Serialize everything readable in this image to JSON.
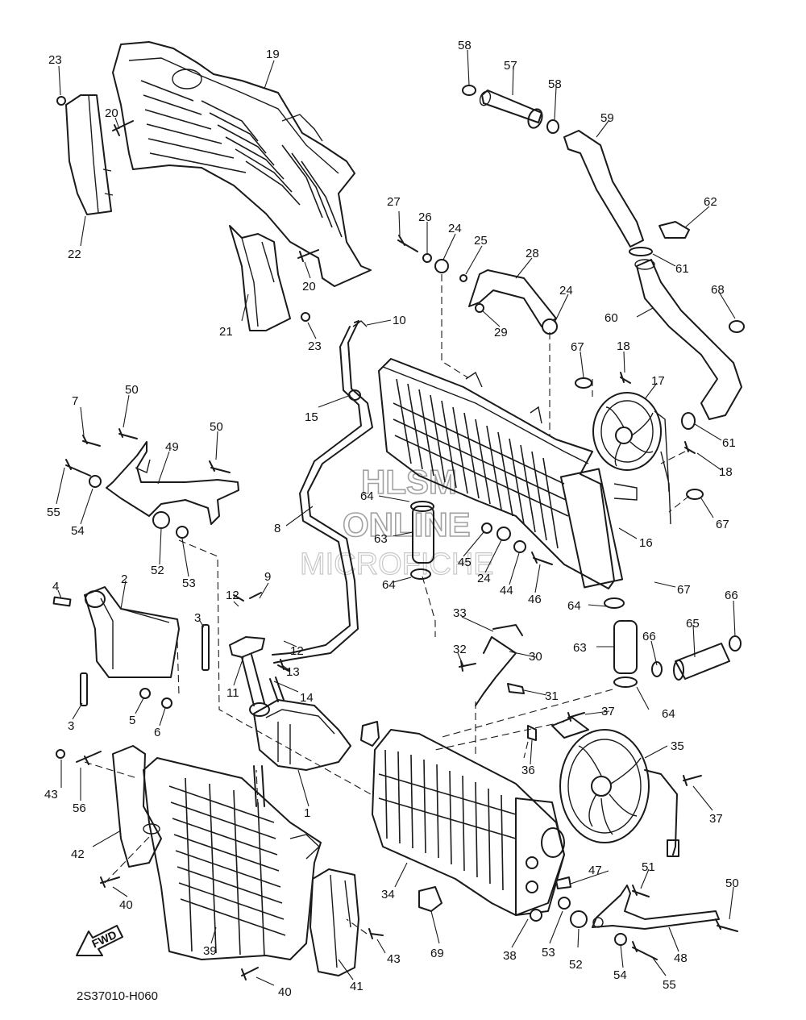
{
  "diagram_code": "2S37010-H060",
  "watermark": {
    "line1": "HLSM",
    "line2": "ONLINE",
    "line3": "MICROFICHE"
  },
  "fwd_label": "FWD",
  "callouts": [
    {
      "id": "c1",
      "label": "1"
    },
    {
      "id": "c2",
      "label": "2"
    },
    {
      "id": "c3a",
      "label": "3"
    },
    {
      "id": "c3b",
      "label": "3"
    },
    {
      "id": "c4",
      "label": "4"
    },
    {
      "id": "c5",
      "label": "5"
    },
    {
      "id": "c6",
      "label": "6"
    },
    {
      "id": "c7",
      "label": "7"
    },
    {
      "id": "c8",
      "label": "8"
    },
    {
      "id": "c9",
      "label": "9"
    },
    {
      "id": "c10",
      "label": "10"
    },
    {
      "id": "c11",
      "label": "11"
    },
    {
      "id": "c12a",
      "label": "12"
    },
    {
      "id": "c12b",
      "label": "12"
    },
    {
      "id": "c13",
      "label": "13"
    },
    {
      "id": "c14",
      "label": "14"
    },
    {
      "id": "c15",
      "label": "15"
    },
    {
      "id": "c16",
      "label": "16"
    },
    {
      "id": "c17",
      "label": "17"
    },
    {
      "id": "c18a",
      "label": "18"
    },
    {
      "id": "c18b",
      "label": "18"
    },
    {
      "id": "c19",
      "label": "19"
    },
    {
      "id": "c20a",
      "label": "20"
    },
    {
      "id": "c20b",
      "label": "20"
    },
    {
      "id": "c21",
      "label": "21"
    },
    {
      "id": "c22",
      "label": "22"
    },
    {
      "id": "c23a",
      "label": "23"
    },
    {
      "id": "c23b",
      "label": "23"
    },
    {
      "id": "c24a",
      "label": "24"
    },
    {
      "id": "c24b",
      "label": "24"
    },
    {
      "id": "c24c",
      "label": "24"
    },
    {
      "id": "c25",
      "label": "25"
    },
    {
      "id": "c26",
      "label": "26"
    },
    {
      "id": "c27",
      "label": "27"
    },
    {
      "id": "c28",
      "label": "28"
    },
    {
      "id": "c29",
      "label": "29"
    },
    {
      "id": "c30",
      "label": "30"
    },
    {
      "id": "c31",
      "label": "31"
    },
    {
      "id": "c32",
      "label": "32"
    },
    {
      "id": "c33",
      "label": "33"
    },
    {
      "id": "c34",
      "label": "34"
    },
    {
      "id": "c35",
      "label": "35"
    },
    {
      "id": "c36",
      "label": "36"
    },
    {
      "id": "c37a",
      "label": "37"
    },
    {
      "id": "c37b",
      "label": "37"
    },
    {
      "id": "c38",
      "label": "38"
    },
    {
      "id": "c39",
      "label": "39"
    },
    {
      "id": "c40a",
      "label": "40"
    },
    {
      "id": "c40b",
      "label": "40"
    },
    {
      "id": "c41",
      "label": "41"
    },
    {
      "id": "c42",
      "label": "42"
    },
    {
      "id": "c43a",
      "label": "43"
    },
    {
      "id": "c43b",
      "label": "43"
    },
    {
      "id": "c44",
      "label": "44"
    },
    {
      "id": "c45",
      "label": "45"
    },
    {
      "id": "c46",
      "label": "46"
    },
    {
      "id": "c47",
      "label": "47"
    },
    {
      "id": "c48",
      "label": "48"
    },
    {
      "id": "c49",
      "label": "49"
    },
    {
      "id": "c50a",
      "label": "50"
    },
    {
      "id": "c50b",
      "label": "50"
    },
    {
      "id": "c50c",
      "label": "50"
    },
    {
      "id": "c51",
      "label": "51"
    },
    {
      "id": "c52a",
      "label": "52"
    },
    {
      "id": "c52b",
      "label": "52"
    },
    {
      "id": "c53a",
      "label": "53"
    },
    {
      "id": "c53b",
      "label": "53"
    },
    {
      "id": "c54a",
      "label": "54"
    },
    {
      "id": "c54b",
      "label": "54"
    },
    {
      "id": "c55a",
      "label": "55"
    },
    {
      "id": "c55b",
      "label": "55"
    },
    {
      "id": "c56",
      "label": "56"
    },
    {
      "id": "c57",
      "label": "57"
    },
    {
      "id": "c58a",
      "label": "58"
    },
    {
      "id": "c58b",
      "label": "58"
    },
    {
      "id": "c59",
      "label": "59"
    },
    {
      "id": "c60",
      "label": "60"
    },
    {
      "id": "c61a",
      "label": "61"
    },
    {
      "id": "c61b",
      "label": "61"
    },
    {
      "id": "c62",
      "label": "62"
    },
    {
      "id": "c63a",
      "label": "63"
    },
    {
      "id": "c63b",
      "label": "63"
    },
    {
      "id": "c64a",
      "label": "64"
    },
    {
      "id": "c64b",
      "label": "64"
    },
    {
      "id": "c64c",
      "label": "64"
    },
    {
      "id": "c64d",
      "label": "64"
    },
    {
      "id": "c65",
      "label": "65"
    },
    {
      "id": "c66a",
      "label": "66"
    },
    {
      "id": "c66b",
      "label": "66"
    },
    {
      "id": "c67a",
      "label": "67"
    },
    {
      "id": "c67b",
      "label": "67"
    },
    {
      "id": "c67c",
      "label": "67"
    },
    {
      "id": "c68",
      "label": "68"
    },
    {
      "id": "c69",
      "label": "69"
    }
  ]
}
